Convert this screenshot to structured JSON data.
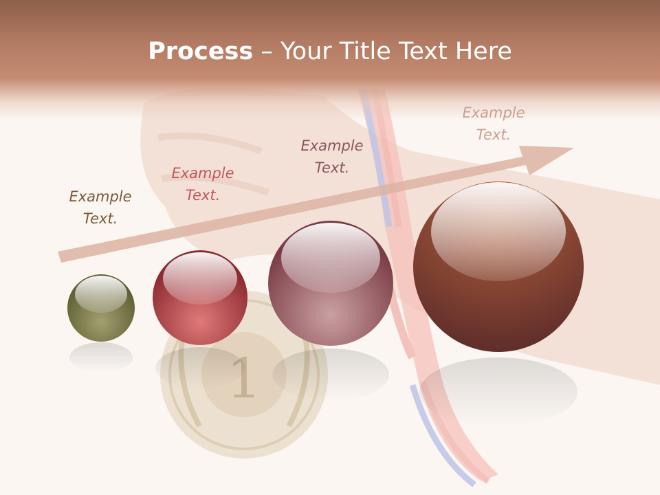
{
  "slide": {
    "title_bold": "Process",
    "title_rest": " – Your Title Text Here"
  },
  "steps": [
    {
      "line1": "Example",
      "line2": "Text.",
      "color": "#7a5a35"
    },
    {
      "line1": "Example",
      "line2": "Text.",
      "color": "#c0565a"
    },
    {
      "line1": "Example",
      "line2": "Text.",
      "color": "#8a5560"
    },
    {
      "line1": "Example",
      "line2": "Text.",
      "color": "#c9a08e"
    }
  ],
  "colors": {
    "header": "#b27a62",
    "arrow": "#d9b0a0",
    "sphere1": "#7b7a4a",
    "sphere2": "#c2484c",
    "sphere3": "#a86a72",
    "sphere4": "#8a3e2a"
  },
  "icons": [
    "medal-1-icon",
    "ribbon-icon",
    "hand-icon"
  ]
}
